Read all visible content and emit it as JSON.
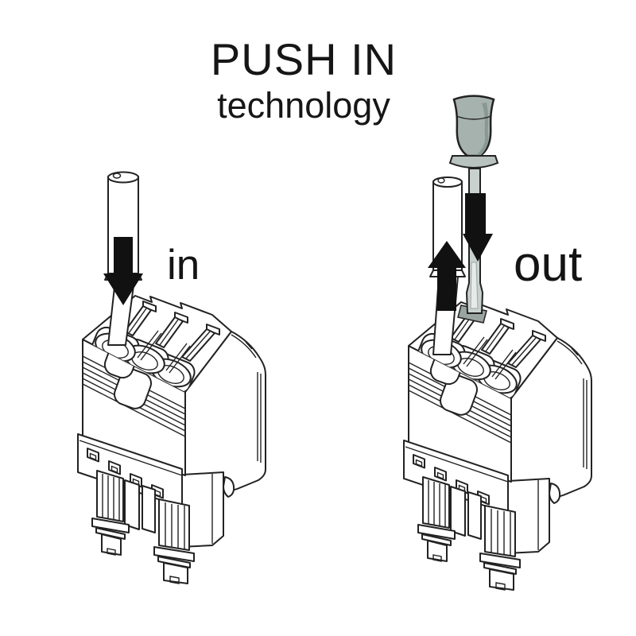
{
  "title": {
    "line1": "PUSH IN",
    "line2": "technology"
  },
  "labels": {
    "left": "in",
    "right": "out"
  },
  "illustrations": {
    "left": "wire pushed into terminal connector",
    "right": "screwdriver pressed to release wire from terminal connector"
  },
  "icons": [
    {
      "name": "insert-arrow-down-icon"
    },
    {
      "name": "push-arrow-down-icon"
    },
    {
      "name": "eject-arrow-up-icon"
    }
  ],
  "colors": {
    "background": "#ffffff",
    "line": "#222222",
    "arrow": "#111111",
    "screwdriver_handle": "#a6b2ae",
    "screwdriver_handle_shadow": "#8a9894",
    "screwdriver_collar": "#b8c2bf",
    "screwdriver_shaft": "#c9d1ce",
    "blade_highlight": "#e6eae8",
    "slot_shading": "#9aa5a2"
  }
}
